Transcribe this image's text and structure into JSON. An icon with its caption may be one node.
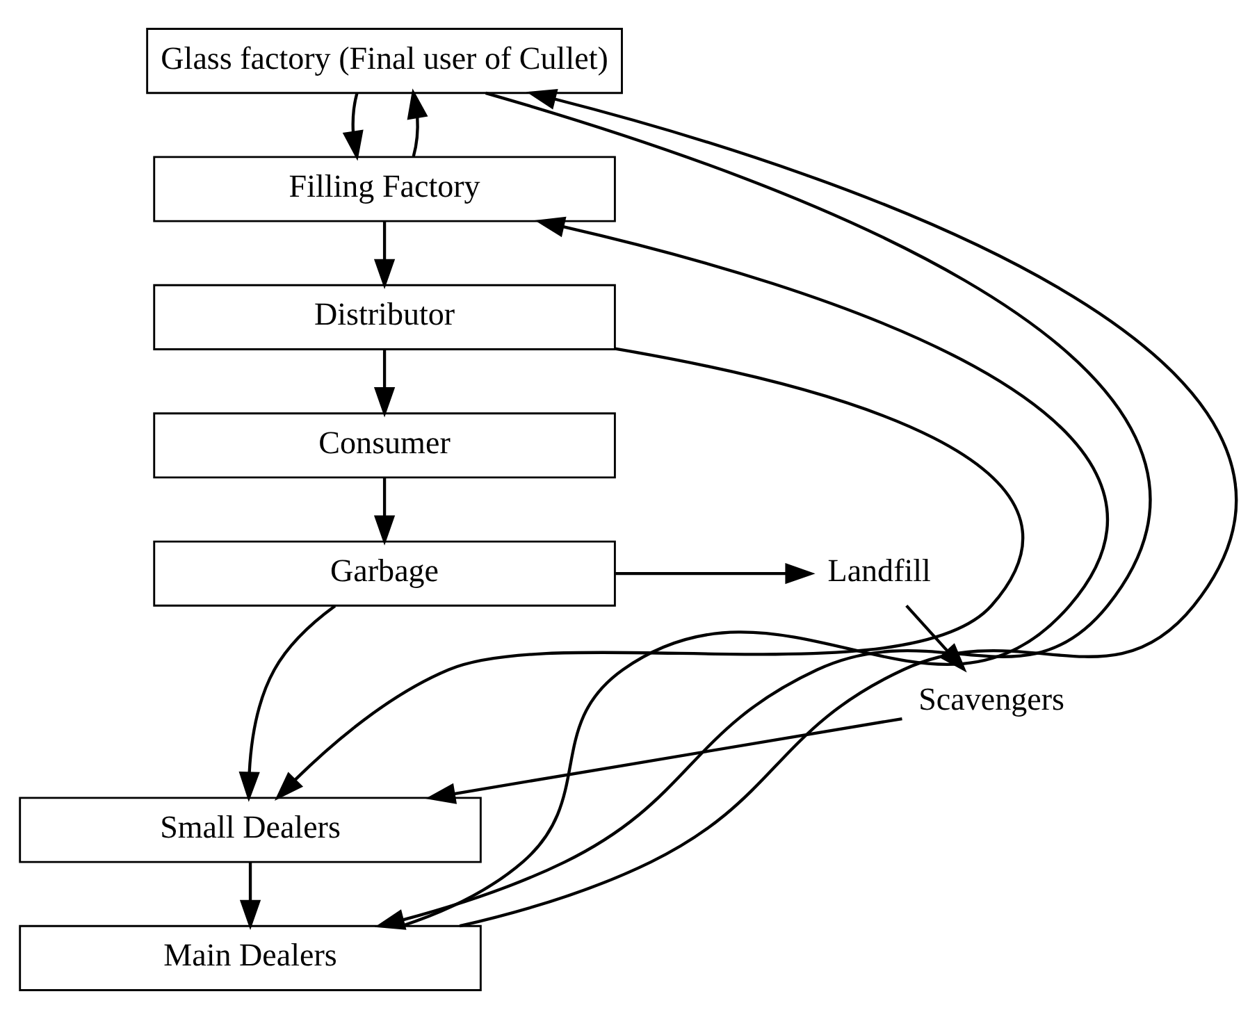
{
  "diagram": {
    "nodes": [
      {
        "text": [
          "Glass factory (Final user of Cullet)"
        ]
      },
      {
        "text": [
          "Filling Factory"
        ]
      },
      {
        "text": [
          "Distributor"
        ]
      },
      {
        "text": [
          "Consumer"
        ]
      },
      {
        "text": [
          "Garbage"
        ]
      },
      {
        "text": [
          "Landfill"
        ]
      },
      {
        "text": [
          "Scavengers"
        ]
      },
      {
        "text": [
          "Small Dealers"
        ]
      },
      {
        "text": [
          "Main Dealers"
        ]
      }
    ],
    "edges": [
      {
        "from": 0,
        "to": 1,
        "arrow": "to"
      },
      {
        "from": 1,
        "to": 2,
        "arrow": "to"
      },
      {
        "from": 2,
        "to": 3,
        "arrow": "to"
      },
      {
        "from": 3,
        "to": 4,
        "arrow": "to"
      },
      {
        "from": 4,
        "to": 5,
        "arrow": "to"
      },
      {
        "from": 5,
        "to": 6,
        "arrow": "to"
      },
      {
        "from": 4,
        "to": 7,
        "arrow": "to"
      },
      {
        "from": 6,
        "to": 7,
        "arrow": "to"
      },
      {
        "from": 7,
        "to": 8,
        "arrow": "to"
      },
      {
        "from": 2,
        "to": 7,
        "arrow": "to"
      },
      {
        "from": 0,
        "to": 8,
        "arrow": "to"
      },
      {
        "from": 1,
        "to": 0,
        "arrow": "to"
      },
      {
        "from": 8,
        "to": 1,
        "arrow": "to"
      },
      {
        "from": 8,
        "to": 0,
        "arrow": "to"
      }
    ]
  }
}
